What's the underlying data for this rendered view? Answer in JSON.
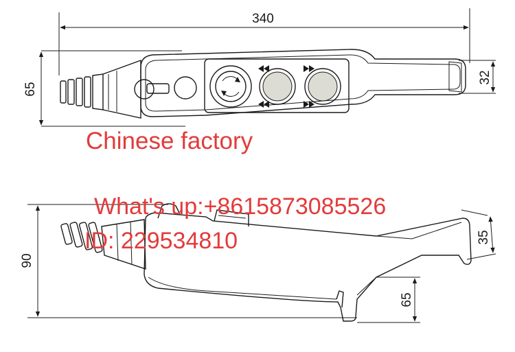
{
  "top_view": {
    "dim_length": "340",
    "dim_height": "65",
    "dim_handle": "32"
  },
  "side_view": {
    "dim_height": "90",
    "dim_handle": "35",
    "dim_grip": "65"
  },
  "overlay": {
    "factory": "Chinese factory",
    "whatsapp": "What's up:+8615873085526",
    "wechat_id": "ID: 229534810"
  },
  "colors": {
    "line": "#1a1a1a",
    "watermark": "#e23b3b",
    "button_fill": "#dcdcd4"
  }
}
